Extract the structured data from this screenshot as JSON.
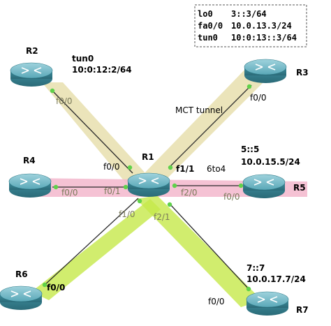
{
  "routers": {
    "r1": "R1",
    "r2": "R2",
    "r3": "R3",
    "r4": "R4",
    "r5": "R5",
    "r6": "R6",
    "r7": "R7"
  },
  "ifaces": {
    "r1_f00": "f0/0",
    "r1_f01": "f0/1",
    "r1_f11": "f1/1",
    "r1_f20": "f2/0",
    "r1_f10": "f1/0",
    "r1_f21": "f2/1",
    "r2_f00": "f0/0",
    "r3_f00": "f0/0",
    "r4_f00": "f0/0",
    "r5_f00": "f0/0",
    "r6_f00": "f0/0",
    "r7_f00": "f0/0"
  },
  "addresses": {
    "r2_tun0_name": "tun0",
    "r2_tun0_addr": "10:0:12:2/64",
    "r5_loop": "5::5",
    "r5_addr": "10.0.15.5/24",
    "r7_loop": "7::7",
    "r7_addr": "10.0.17.7/24"
  },
  "labels": {
    "mct_tunnel": "MCT tunnel",
    "sixto4": "6to4"
  },
  "info_box": {
    "rows": [
      {
        "name": "lo0",
        "value": "3::3/64"
      },
      {
        "name": "fa0/0",
        "value": "10.0.13.3/24"
      },
      {
        "name": "tun0",
        "value": "10:0:13::3/64"
      }
    ]
  },
  "colors": {
    "router_body": "#3f8fa0",
    "tunnel_tan": "#e8dfae",
    "sixto4_pink": "#f3b7cd",
    "lime": "#c6e84a",
    "port_dot": "#5fd14a"
  }
}
